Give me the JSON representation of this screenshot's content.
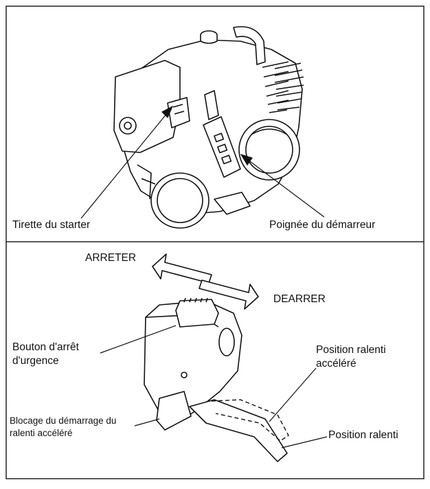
{
  "top_panel": {
    "labels": {
      "choke": "Tirette du starter",
      "starter_handle": "Poignée du démarreur"
    }
  },
  "bottom_panel": {
    "labels": {
      "stop": "ARRETER",
      "start": "DEARRER",
      "emergency_stop": "Bouton d'arrêt\nd'urgence",
      "fast_idle": "Position ralenti\naccéléré",
      "fast_idle_lock": "Blocage du démarrage du\nralenti accéléré",
      "idle": "Position ralenti"
    }
  }
}
